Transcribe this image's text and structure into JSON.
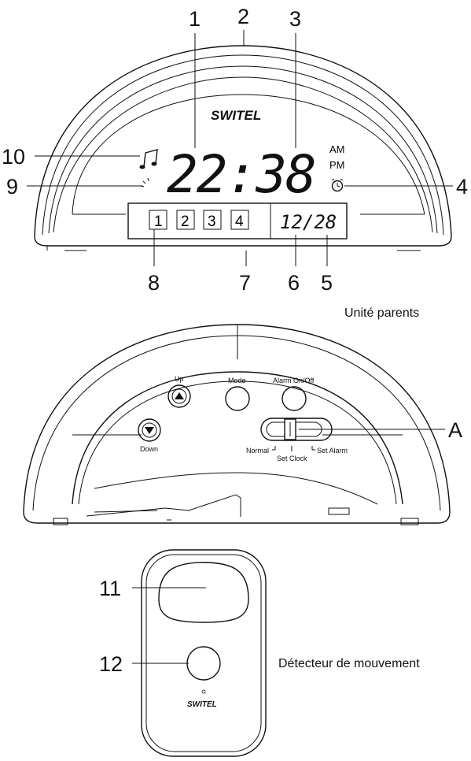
{
  "callouts": {
    "c1": "1",
    "c2": "2",
    "c3": "3",
    "c4": "4",
    "c5": "5",
    "c6": "6",
    "c7": "7",
    "c8": "8",
    "c9": "9",
    "c10": "10",
    "c11": "11",
    "c12": "12",
    "cA": "A"
  },
  "parent_unit": {
    "brand": "SWITEL",
    "time": "22:38",
    "am": "AM",
    "pm": "PM",
    "date": "12/28",
    "channels": [
      "1",
      "2",
      "3",
      "4"
    ],
    "caption": "Unité parents"
  },
  "back_view": {
    "up_label": "Up",
    "mode_label": "Mode",
    "alarm_label": "Alarm On/Off",
    "down_label": "Down",
    "switch_normal": "Normal",
    "switch_set_clock": "Set Clock",
    "switch_set_alarm": "Set Alarm"
  },
  "detector": {
    "brand": "SWITEL",
    "caption": "Détecteur de mouvement"
  },
  "icons": [
    "music-note-icon",
    "sleep-moon-icon",
    "alarm-clock-icon",
    "up-arrow-icon",
    "down-arrow-icon"
  ]
}
